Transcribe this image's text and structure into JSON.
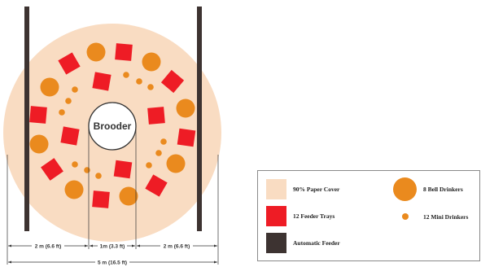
{
  "colors": {
    "paper_cover": "#f9dcc2",
    "feeder_tray": "#ee1c25",
    "drinker": "#ea8a1e",
    "automatic_feeder": "#3d3331",
    "brooder_fill": "#ffffff",
    "brooder_stroke": "#333333",
    "dimension_line": "#333333"
  },
  "brooder": {
    "label": "Brooder"
  },
  "dimensions": {
    "left_span": "2 m (6.6 ft)",
    "center_span": "1m (3.3 ft)",
    "right_span": "2 m (6.6 ft)",
    "total_span": "5 m (16.5 ft)"
  },
  "legend": {
    "paper_cover": "90% Paper Cover",
    "feeder_trays": "12 Feeder Trays",
    "automatic_feeder": "Automatic Feeder",
    "bell_drinkers": "8 Bell Drinkers",
    "mini_drinkers": "12 Mini Drinkers"
  },
  "counts": {
    "feeder_trays": 12,
    "bell_drinkers": 8,
    "mini_drinkers": 12
  }
}
